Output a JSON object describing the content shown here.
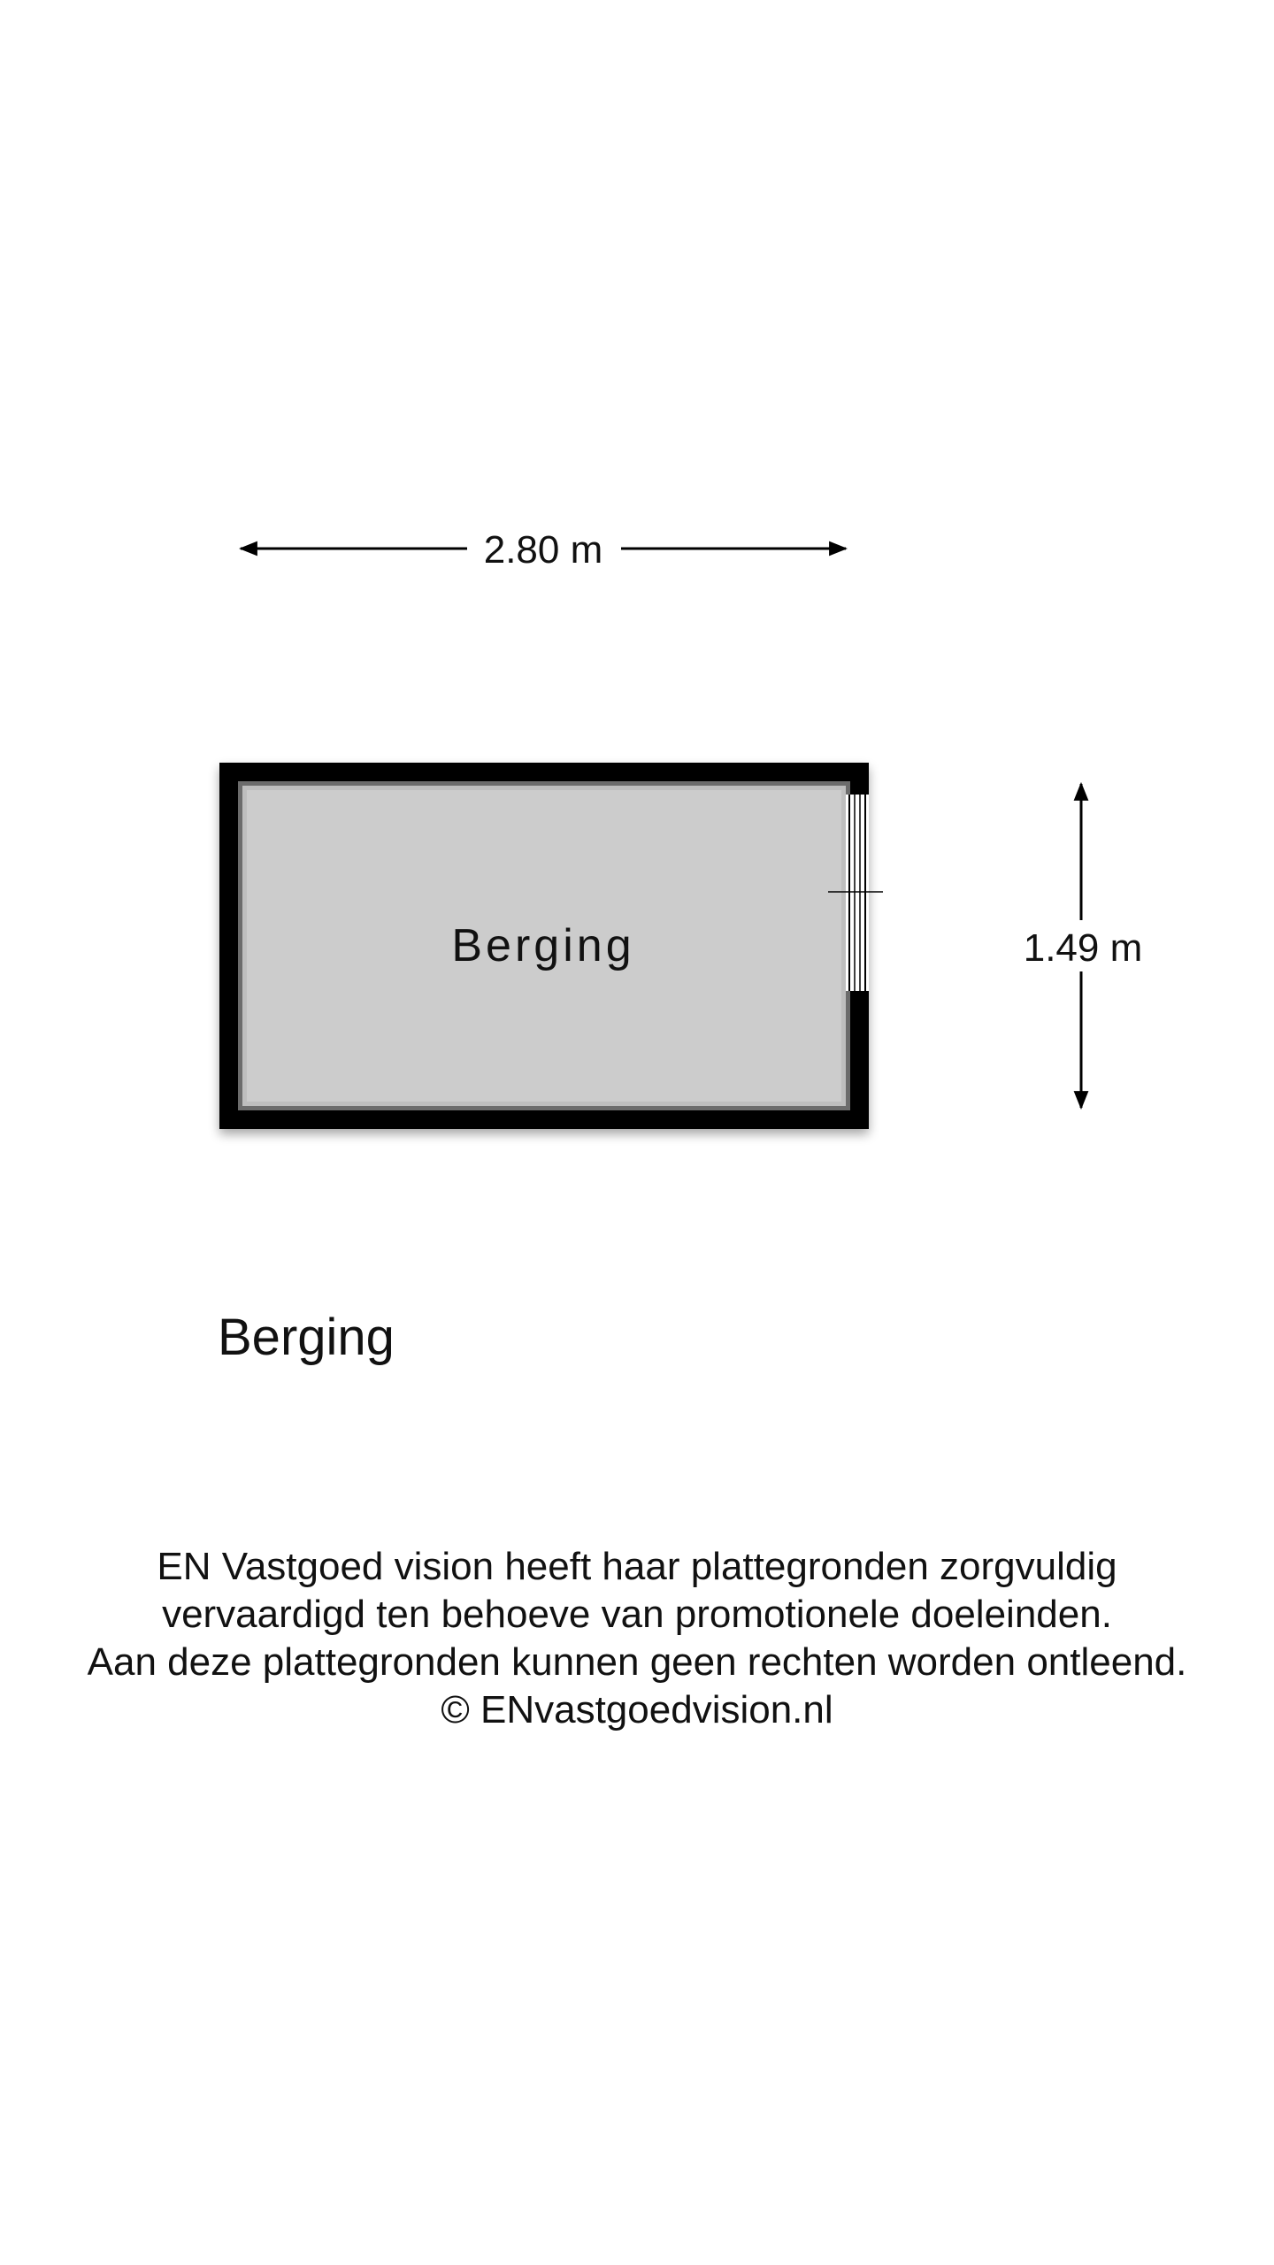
{
  "plan": {
    "room_name": "Berging",
    "width_label": "2.80 m",
    "height_label": "1.49 m"
  },
  "floor_title": "Berging",
  "disclaimer": {
    "line1": "EN Vastgoed vision heeft haar plattegronden zorgvuldig",
    "line2": "vervaardigd ten behoeve van promotionele doeleinden.",
    "line3": "Aan deze plattegronden kunnen geen rechten worden ontleend.",
    "line4": "© ENvastgoedvision.nl"
  },
  "colors": {
    "wall": "#000000",
    "floor": "#cccccc",
    "text": "#111111",
    "background": "#ffffff"
  }
}
